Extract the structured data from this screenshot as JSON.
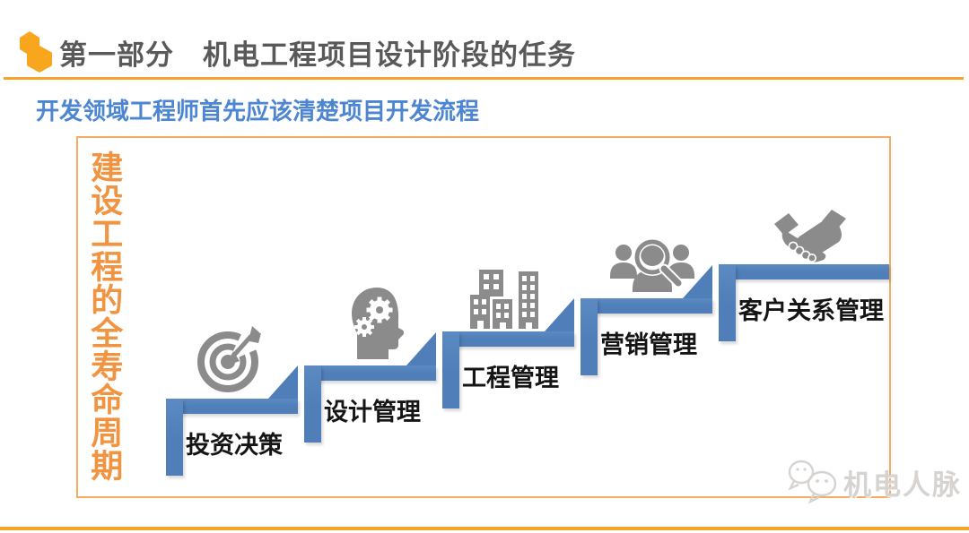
{
  "header": {
    "icon": "hexagon-pair-icon",
    "title": "第一部分　机电工程项目设计阶段的任务",
    "title_color": "#595959",
    "accent_color": "#F4A62A"
  },
  "subtitle": {
    "text": "开发领域工程师首先应该清楚项目开发流程",
    "color": "#4C86D2"
  },
  "diagram": {
    "border_color": "#F3AC62",
    "side_label": "建设工程的全寿命周期",
    "side_label_color": "#F09441",
    "step_color": "#4F7EB8",
    "icon_color": "#8B8B8B",
    "label_color": "#151515",
    "steps": [
      {
        "label": "投资决策",
        "icon": "target-dart-icon"
      },
      {
        "label": "设计管理",
        "icon": "head-gears-icon"
      },
      {
        "label": "工程管理",
        "icon": "buildings-icon"
      },
      {
        "label": "营销管理",
        "icon": "people-magnifier-icon"
      },
      {
        "label": "客户关系管理",
        "icon": "handshake-icon"
      }
    ]
  },
  "watermark": {
    "icon": "chat-bubbles-icon",
    "text": "机电人脉",
    "color": "#D6D3D0"
  }
}
